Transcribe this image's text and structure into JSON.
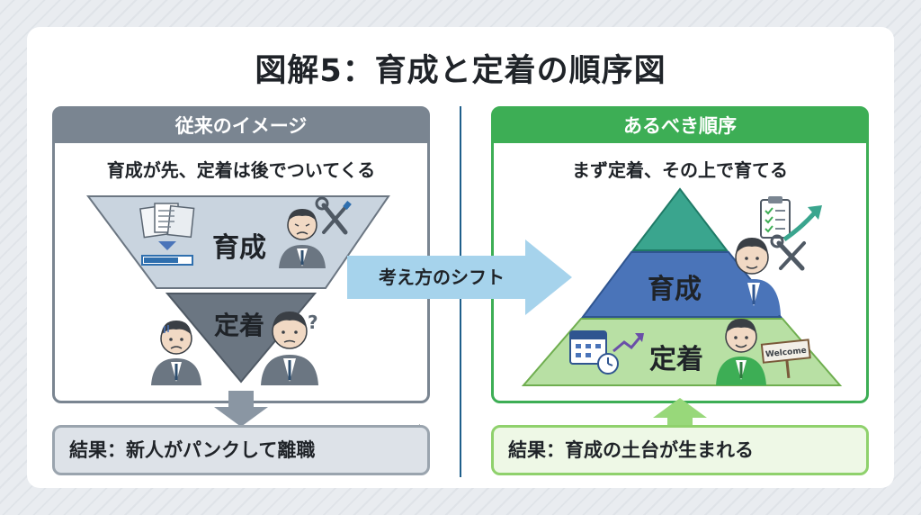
{
  "title": "図解5：育成と定着の順序図",
  "left": {
    "header": "従来のイメージ",
    "subtitle": "育成が先、定着は後でついてくる",
    "top_label": "育成",
    "bottom_label": "定着",
    "question_mark": "?"
  },
  "right": {
    "header": "あるべき順序",
    "subtitle": "まず定着、その上で育てる",
    "middle_label": "育成",
    "base_label": "定着",
    "sign_text": "Welcome"
  },
  "shift_label": "考え方のシフト",
  "result_left": "結果：新人がパンクして離職",
  "result_right": "結果：育成の土台が生まれる",
  "colors": {
    "gray_header": "#7a8591",
    "green_header": "#3dae55",
    "funnel_top": "#c9d4df",
    "funnel_bottom": "#6b7682",
    "pyramid_top": "#3aa58e",
    "pyramid_middle": "#4a74b9",
    "pyramid_base": "#b8e0a4",
    "shift_arrow": "#a6d3ec"
  }
}
